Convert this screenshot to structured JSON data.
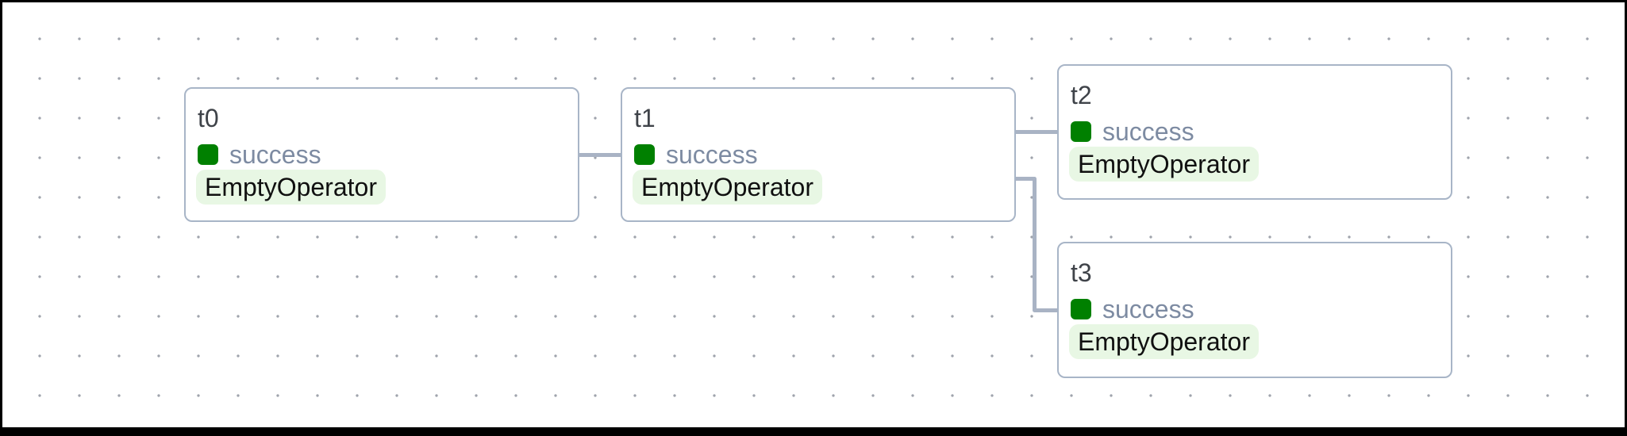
{
  "graph": {
    "tasks": [
      {
        "id": "t0",
        "state": "success",
        "operator": "EmptyOperator"
      },
      {
        "id": "t1",
        "state": "success",
        "operator": "EmptyOperator"
      },
      {
        "id": "t2",
        "state": "success",
        "operator": "EmptyOperator"
      },
      {
        "id": "t3",
        "state": "success",
        "operator": "EmptyOperator"
      }
    ],
    "edges": [
      {
        "from": "t0",
        "to": "t1"
      },
      {
        "from": "t1",
        "to": "t2"
      },
      {
        "from": "t1",
        "to": "t3"
      }
    ]
  },
  "colors": {
    "success_state": "#008000",
    "operator_badge_bg": "#e8f7e4",
    "node_border": "#a8b5c7",
    "edge": "#a9b3c4",
    "state_text": "#7d8ba2",
    "title_text": "#3f4349",
    "grid_dot": "#9fa3ac",
    "canvas_bg": "#ffffff",
    "frame": "#000000"
  }
}
